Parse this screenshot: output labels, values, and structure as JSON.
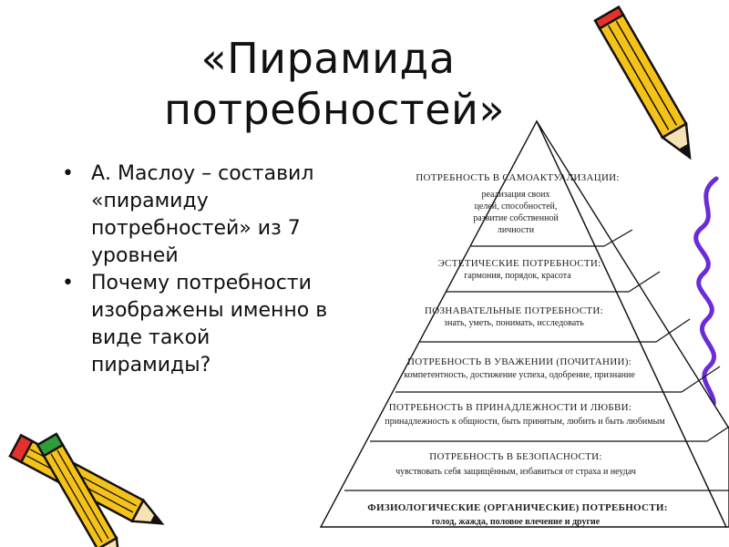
{
  "title_line1": "«Пирамида",
  "title_line2": "потребностей»",
  "bullets": [
    "А. Маслоу – составил «пирамиду потребностей» из 7 уровней",
    "Почему потребности изображены именно в виде такой пирамиды?"
  ],
  "bullet_lines": [
    [
      "А. Маслоу – составил",
      "«пирамиду",
      "потребностей» из 7",
      "уровней"
    ],
    [
      "Почему потребности",
      "изображены именно в",
      "виде такой",
      "пирамиды?"
    ]
  ],
  "pyramid": {
    "levels": [
      {
        "title": "ПОТРЕБНОСТЬ В САМОАКТУАЛИЗАЦИИ:",
        "desc_lines": [
          "реализация своих",
          "целей, способностей,",
          "развитие собственной",
          "личности"
        ]
      },
      {
        "title": "ЭСТЕТИЧЕСКИЕ ПОТРЕБНОСТИ:",
        "desc_lines": [
          "гармония, порядок, красота"
        ]
      },
      {
        "title": "ПОЗНАВАТЕЛЬНЫЕ ПОТРЕБНОСТИ:",
        "desc_lines": [
          "знать, уметь, понимать, исследовать"
        ]
      },
      {
        "title": "ПОТРЕБНОСТЬ В УВАЖЕНИИ (ПОЧИТАНИИ):",
        "desc_lines": [
          "компетентность, достижение успеха, одобрение, признание"
        ]
      },
      {
        "title": "ПОТРЕБНОСТЬ В ПРИНАДЛЕЖНОСТИ И ЛЮБВИ:",
        "desc_lines": [
          "принадлежность к общности, быть принятым, любить и быть любимым"
        ]
      },
      {
        "title": "ПОТРЕБНОСТЬ В БЕЗОПАСНОСТИ:",
        "desc_lines": [
          "чувствовать себя защищённым, избавиться от страха и неудач"
        ]
      },
      {
        "title": "ФИЗИОЛОГИЧЕСКИЕ (ОРГАНИЧЕСКИЕ) ПОТРЕБНОСТИ:",
        "desc_lines": [
          "голод, жажда, половое влечение и другие"
        ]
      }
    ]
  },
  "colors": {
    "pencil_yellow": "#f5c21a",
    "pencil_tip_red": "#e4312b",
    "pencil_eraser_green": "#2e9c3a",
    "squiggle_purple": "#6a2bd9",
    "line": "#111111"
  }
}
